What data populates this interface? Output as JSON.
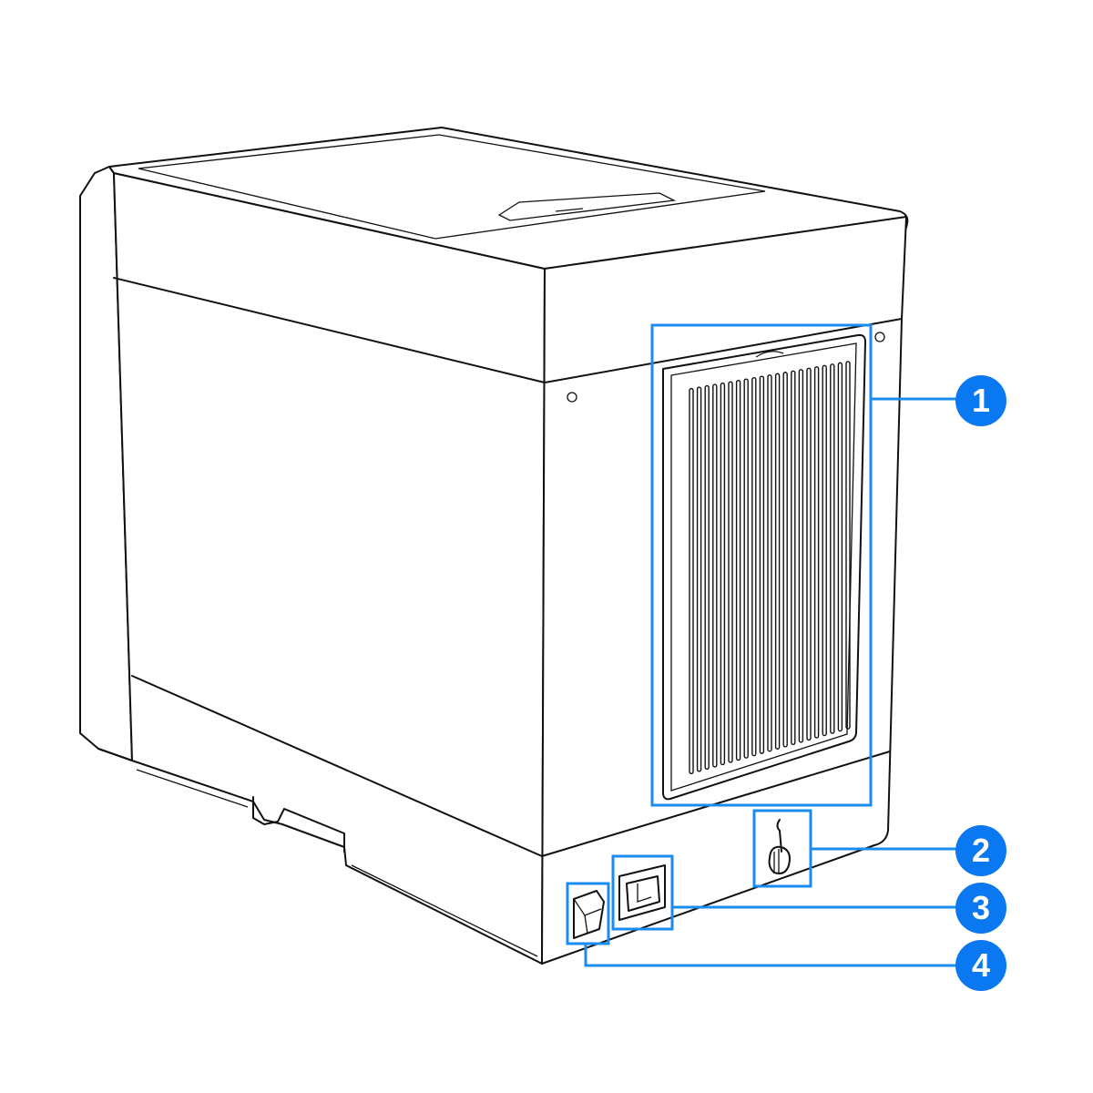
{
  "callouts": [
    {
      "number": "1",
      "target": "vent-panel"
    },
    {
      "number": "2",
      "target": "security-lock-slot"
    },
    {
      "number": "3",
      "target": "power-connector"
    },
    {
      "number": "4",
      "target": "power-switch"
    }
  ],
  "colors": {
    "callout": "#0a78f0",
    "outline": "#111111"
  }
}
